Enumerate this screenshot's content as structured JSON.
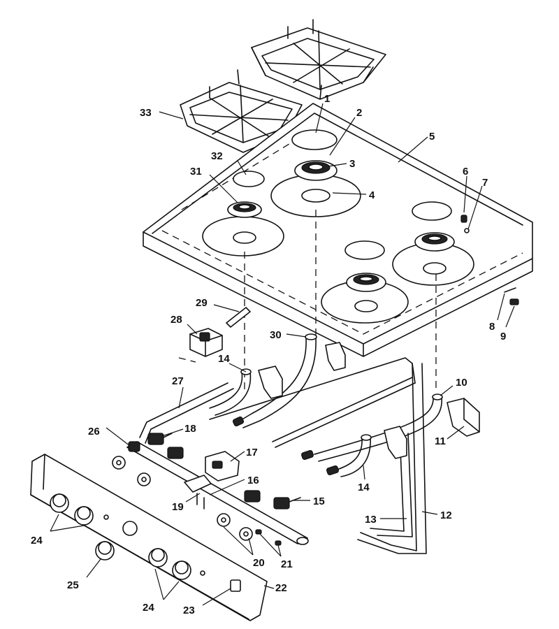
{
  "diagram": {
    "callouts": [
      {
        "id": "c1",
        "text": "1"
      },
      {
        "id": "c2",
        "text": "2"
      },
      {
        "id": "c3",
        "text": "3"
      },
      {
        "id": "c4",
        "text": "4"
      },
      {
        "id": "c5",
        "text": "5"
      },
      {
        "id": "c6",
        "text": "6"
      },
      {
        "id": "c7",
        "text": "7"
      },
      {
        "id": "c8",
        "text": "8"
      },
      {
        "id": "c9",
        "text": "9"
      },
      {
        "id": "c10",
        "text": "10"
      },
      {
        "id": "c11",
        "text": "11"
      },
      {
        "id": "c12",
        "text": "12"
      },
      {
        "id": "c13",
        "text": "13"
      },
      {
        "id": "c14a",
        "text": "14"
      },
      {
        "id": "c14b",
        "text": "14"
      },
      {
        "id": "c15",
        "text": "15"
      },
      {
        "id": "c16",
        "text": "16"
      },
      {
        "id": "c17",
        "text": "17"
      },
      {
        "id": "c18",
        "text": "18"
      },
      {
        "id": "c19",
        "text": "19"
      },
      {
        "id": "c20",
        "text": "20"
      },
      {
        "id": "c21",
        "text": "21"
      },
      {
        "id": "c22",
        "text": "22"
      },
      {
        "id": "c23",
        "text": "23"
      },
      {
        "id": "c24a",
        "text": "24"
      },
      {
        "id": "c24b",
        "text": "24"
      },
      {
        "id": "c25",
        "text": "25"
      },
      {
        "id": "c26",
        "text": "26"
      },
      {
        "id": "c27",
        "text": "27"
      },
      {
        "id": "c28",
        "text": "28"
      },
      {
        "id": "c29",
        "text": "29"
      },
      {
        "id": "c30",
        "text": "30"
      },
      {
        "id": "c31",
        "text": "31"
      },
      {
        "id": "c32",
        "text": "32"
      },
      {
        "id": "c33",
        "text": "33"
      }
    ],
    "line_color": "#111111",
    "background": "#ffffff"
  }
}
